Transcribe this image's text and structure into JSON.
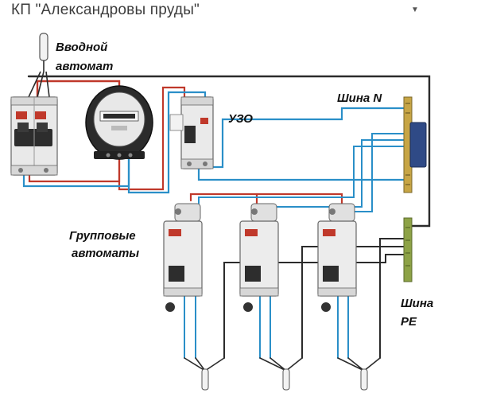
{
  "header": {
    "title": "КП \"Александровы пруды\"",
    "caret_icon": "caret-down-icon"
  },
  "diagram": {
    "labels": {
      "input_breaker_line1": "Вводной",
      "input_breaker_line2": "автомат",
      "rcd": "УЗО",
      "bus_n": "Шина N",
      "group_breakers_line1": "Групповые",
      "group_breakers_line2": "автоматы",
      "bus_pe_line1": "Шина",
      "bus_pe_line2": "PE"
    },
    "colors": {
      "phase_wire": "#c0392b",
      "neutral_wire": "#2a8fc8",
      "pe_wire": "#2b2b2b",
      "breaker_body": "#e6e6e6",
      "bus_n": "#c7a545",
      "bus_pe": "#8da246"
    }
  }
}
